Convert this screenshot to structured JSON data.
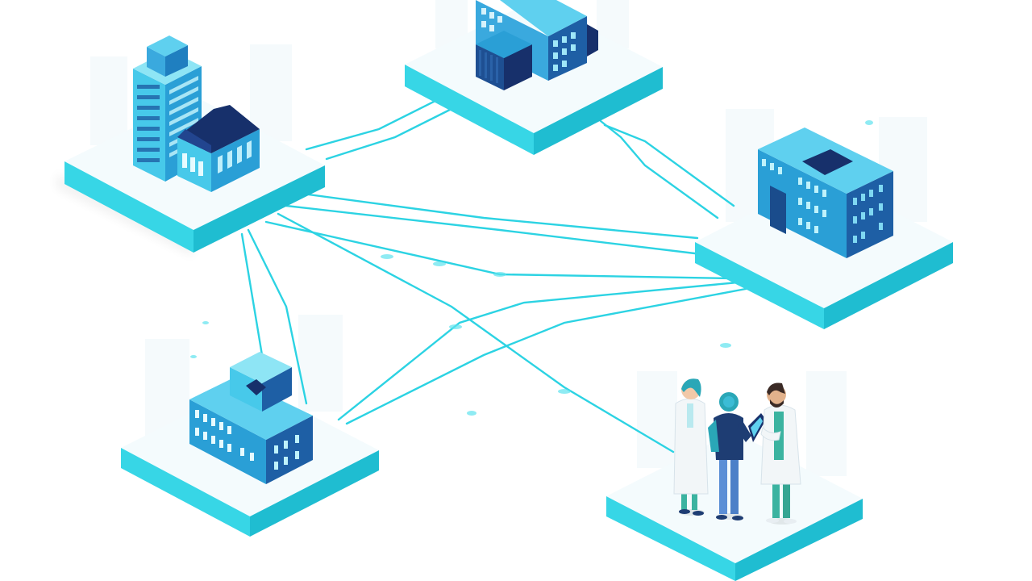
{
  "scene": {
    "kind": "isometric-illustration",
    "colors": {
      "background": "#ffffff",
      "platform_top": "#f4fbfd",
      "platform_edge": "#37d6e6",
      "platform_edge_dark": "#1fbdd1",
      "link": "#2cd3e3",
      "building_light": "#47c9ea",
      "building_mid": "#2a9fd6",
      "building_dark": "#1e5fa5",
      "roof_navy": "#17306b",
      "window": "#e6fbff",
      "coat": "#f2f6f8",
      "scrubs_green": "#3bb3a0",
      "jeans": "#5b8fd6",
      "shirt_navy": "#1e3d73",
      "hair_teal": "#2aa7b7"
    },
    "platforms": [
      {
        "name": "platform-office-complex",
        "contents": [
          "office-tower",
          "navy-roof-house"
        ]
      },
      {
        "name": "platform-hospital-top",
        "contents": [
          "hospital-building"
        ]
      },
      {
        "name": "platform-clinic-right",
        "contents": [
          "clinic-building"
        ]
      },
      {
        "name": "platform-hospital-bottom-left",
        "contents": [
          "hospital-building-small"
        ]
      },
      {
        "name": "platform-medical-team",
        "contents": [
          "doctor-female",
          "patient",
          "doctor-male"
        ]
      }
    ],
    "links": 10
  }
}
